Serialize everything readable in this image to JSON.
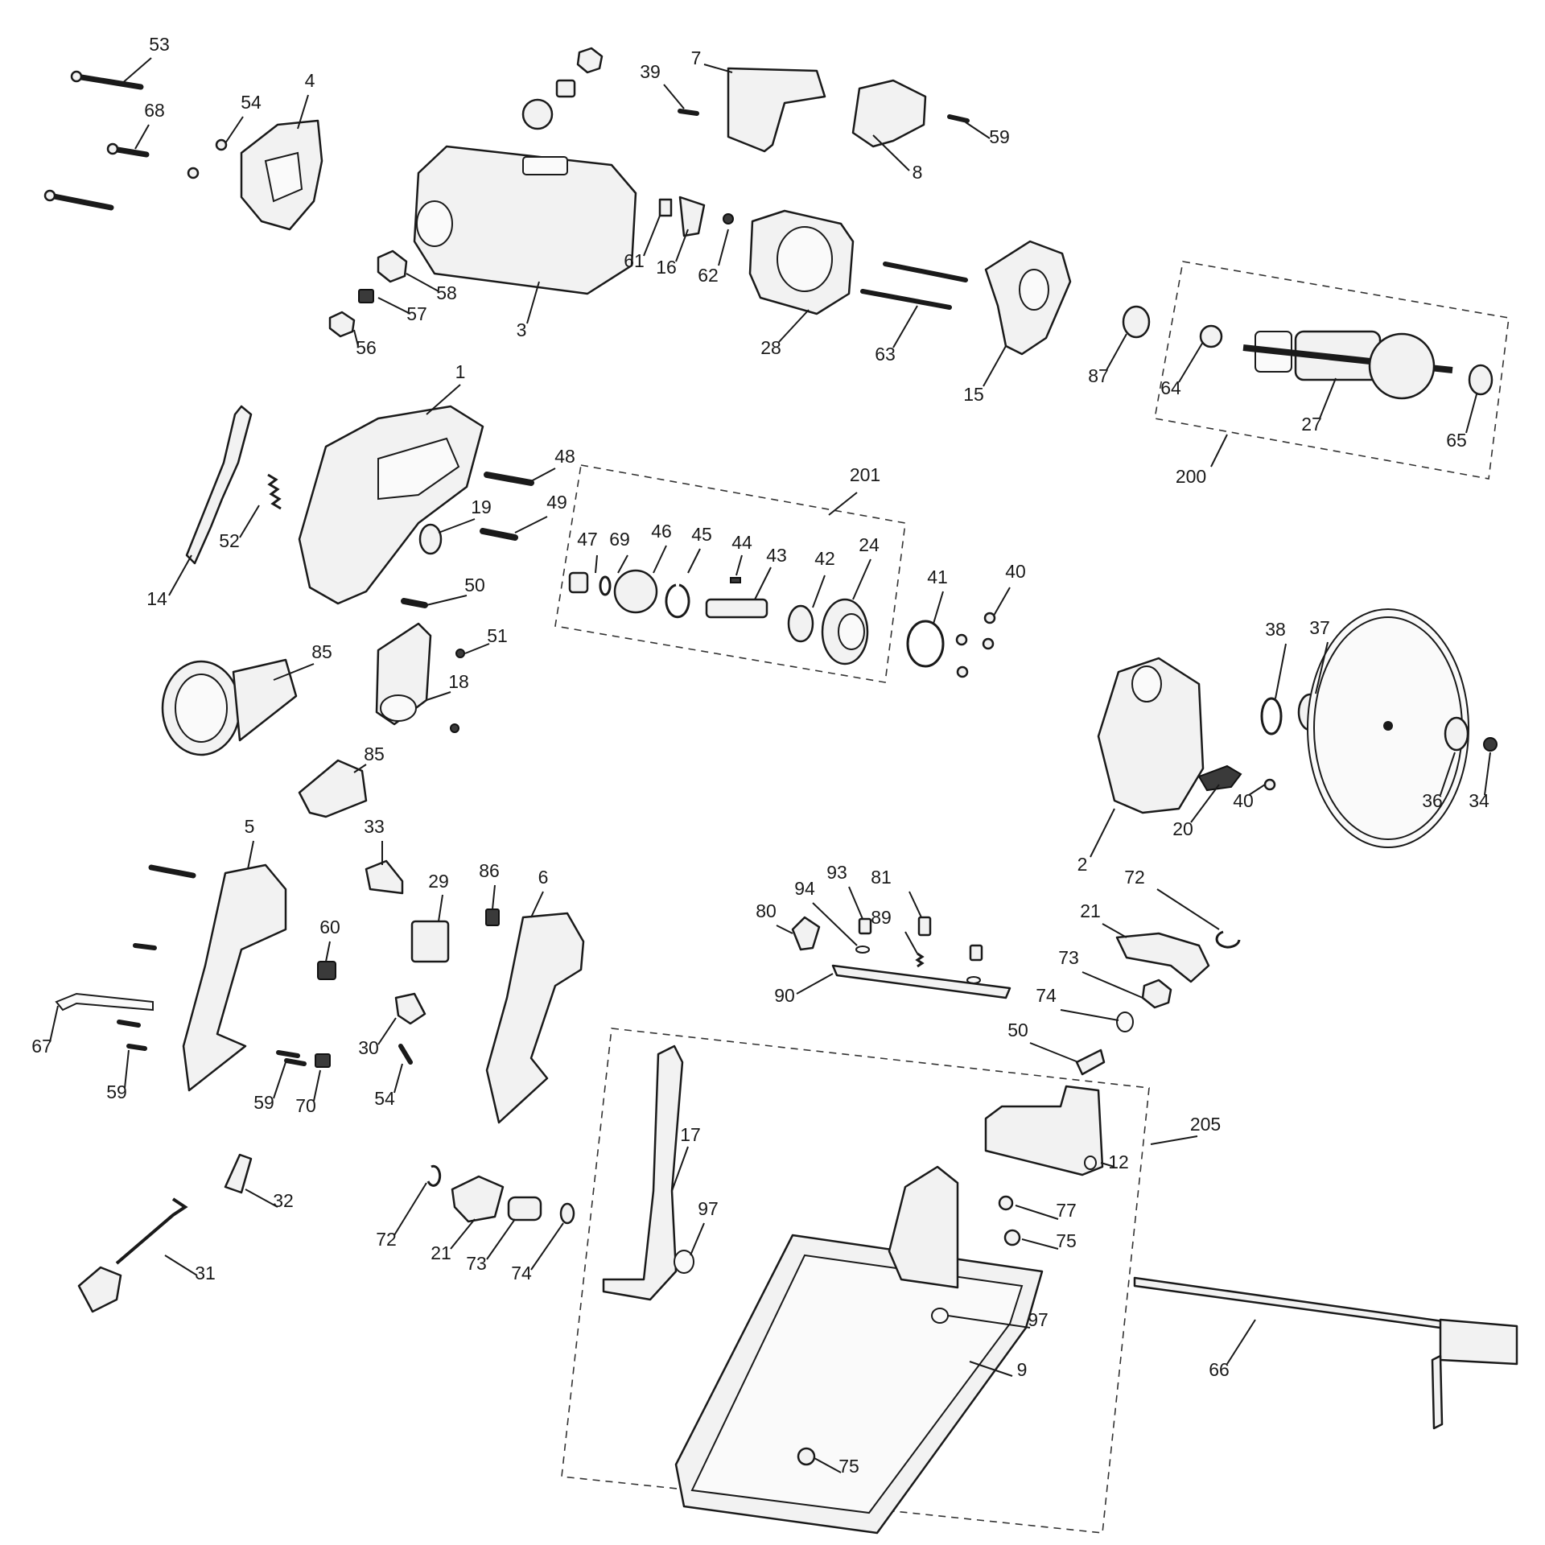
{
  "figure": {
    "callouts": [
      "1",
      "2",
      "3",
      "4",
      "5",
      "6",
      "7",
      "8",
      "9",
      "12",
      "14",
      "15",
      "16",
      "17",
      "18",
      "19",
      "20",
      "21",
      "24",
      "27",
      "28",
      "29",
      "30",
      "31",
      "32",
      "33",
      "34",
      "36",
      "37",
      "38",
      "39",
      "40",
      "41",
      "42",
      "43",
      "44",
      "45",
      "46",
      "47",
      "48",
      "49",
      "50",
      "51",
      "52",
      "53",
      "54",
      "56",
      "57",
      "58",
      "59",
      "60",
      "61",
      "62",
      "63",
      "64",
      "65",
      "66",
      "67",
      "68",
      "69",
      "70",
      "72",
      "73",
      "74",
      "75",
      "77",
      "80",
      "81",
      "85",
      "86",
      "87",
      "89",
      "90",
      "93",
      "94",
      "97",
      "200",
      "201",
      "205"
    ]
  }
}
